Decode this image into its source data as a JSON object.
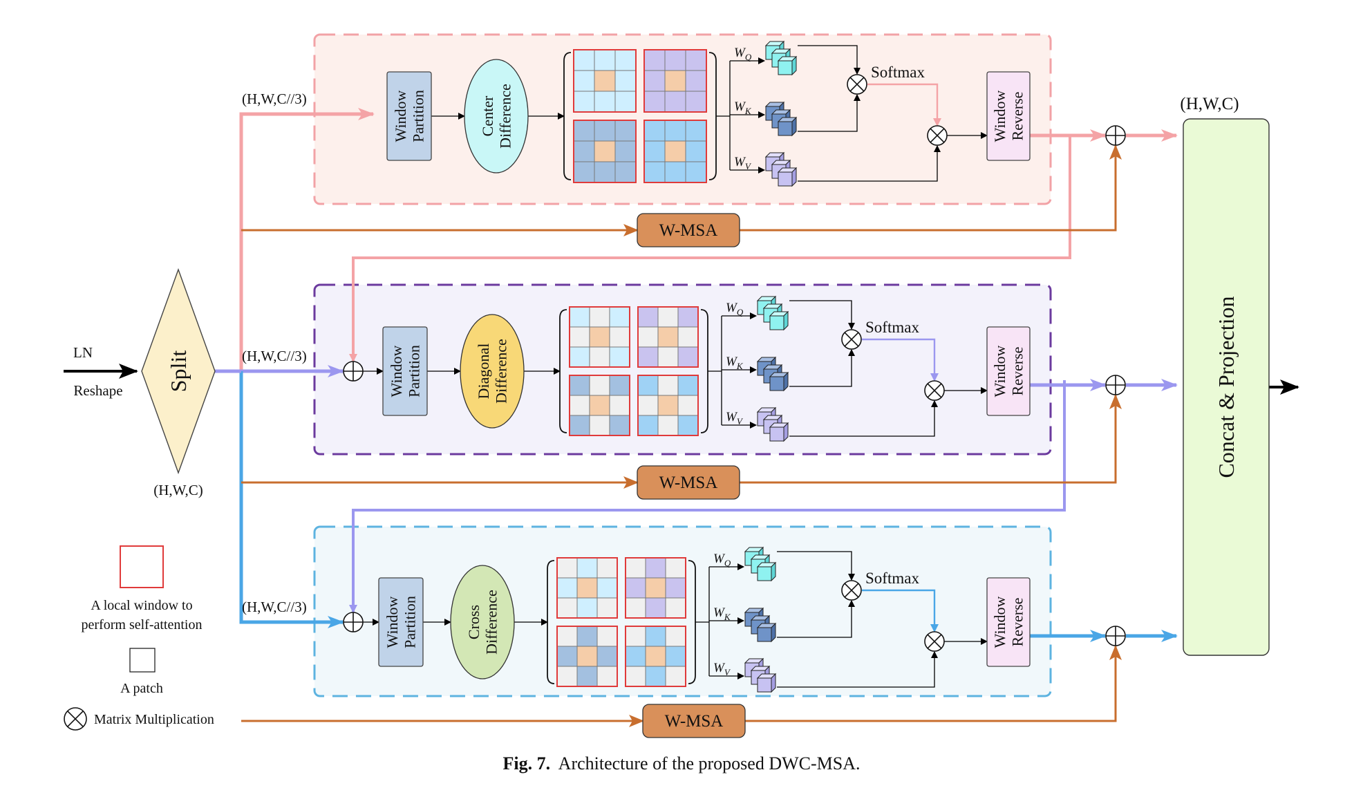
{
  "input": {
    "label_top": "LN",
    "label_bottom": "Reshape"
  },
  "split": {
    "label": "Split",
    "shape_label": "(H,W,C)"
  },
  "branch_shape": "(H,W,C//3)",
  "output_shape": "(H,W,C)",
  "concat_label": "Concat  &  Projection",
  "window_partition": "Window Partition",
  "window_reverse": "Window Reverse",
  "softmax": "Softmax",
  "wmsa": "W-MSA",
  "weights": {
    "q_main": "W",
    "q_sub": "Q",
    "k_main": "W",
    "k_sub": "K",
    "v_main": "W",
    "v_sub": "V"
  },
  "branches": [
    {
      "difference": "Center Difference"
    },
    {
      "difference": "Diagonal Difference"
    },
    {
      "difference": "Cross Difference"
    }
  ],
  "legend": {
    "window_line1": "A local window to",
    "window_line2": "perform self-attention",
    "patch": "A patch",
    "matmul": "Matrix Multiplication"
  },
  "caption": {
    "prefix": "Fig. 7.",
    "text": "Architecture of the proposed DWC-MSA."
  },
  "colors": {
    "pink": "#f4a3a6",
    "purple": "#9b97ef",
    "blue": "#4aa6e6",
    "orange": "#c86e2e",
    "box1_bg": "#fdf0ec",
    "box1_border": "#f2a2a6",
    "box2_bg": "#f3f2fb",
    "box2_border": "#6b3a9e",
    "box3_bg": "#f1f8fb",
    "box3_border": "#5db3e0",
    "center_diff": "#c9f7f7",
    "diagonal_diff": "#f8d877",
    "cross_diff": "#d3e7b5",
    "wp_fill": "#c0d3e9",
    "wr_fill": "#f8e4f6",
    "wmsa_fill": "#d9905a",
    "concat_fill": "#eafad6",
    "split_fill": "#fcf0cb",
    "patch_center": "#f5cda9",
    "cyan": "#cfefff",
    "lavender": "#c9c3ef",
    "steel": "#a3c0e0",
    "sky": "#9fd2f5",
    "grey": "#f0f0f0"
  }
}
